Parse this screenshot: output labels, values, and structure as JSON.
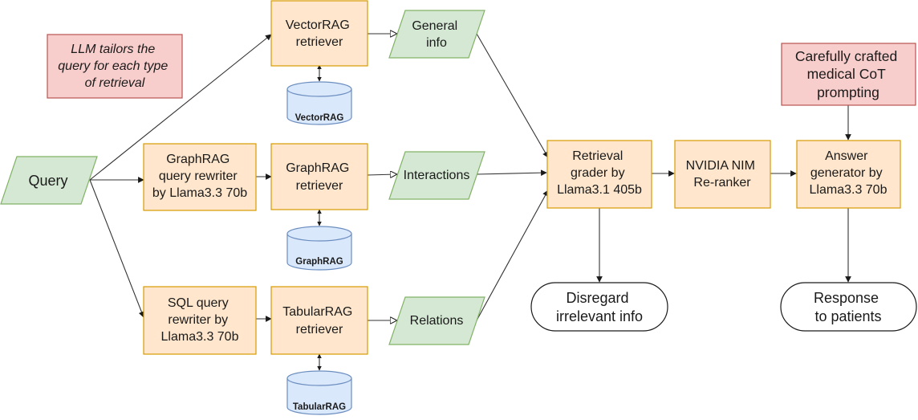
{
  "nodes": {
    "query": "Query",
    "note_llm": [
      "LLM tailors the",
      "query for each type",
      "of retrieval"
    ],
    "vector_retriever": [
      "VectorRAG",
      "retriever"
    ],
    "graph_rewriter": [
      "GraphRAG",
      "query rewriter",
      "by Llama3.3 70b"
    ],
    "graph_retriever": [
      "GraphRAG",
      "retriever"
    ],
    "sql_rewriter": [
      "SQL query",
      "rewriter by",
      "Llama3.3 70b"
    ],
    "tabular_retriever": [
      "TabularRAG",
      "retriever"
    ],
    "general_info": [
      "General",
      "info"
    ],
    "interactions": "Interactions",
    "relations": "Relations",
    "db_vector": "VectorRAG",
    "db_graph": "GraphRAG",
    "db_tabular": "TabularRAG",
    "grader": [
      "Retrieval",
      "grader by",
      "Llama3.1 405b"
    ],
    "reranker": [
      "NVIDIA NIM",
      "Re-ranker"
    ],
    "answer": [
      "Answer",
      "generator by",
      "Llama3.3 70b"
    ],
    "cot": [
      "Carefully crafted",
      "medical CoT",
      "prompting"
    ],
    "disregard": [
      "Disregard",
      "irrelevant info"
    ],
    "response": [
      "Response",
      "to patients"
    ]
  },
  "colors": {
    "process_fill": "#ffe6cc",
    "process_stroke": "#d79b00",
    "data_fill": "#d5e8d4",
    "data_stroke": "#82b366",
    "note_fill": "#f8cecc",
    "note_stroke": "#b85450",
    "db_fill": "#dae8fc",
    "db_stroke": "#6c8ebf"
  }
}
